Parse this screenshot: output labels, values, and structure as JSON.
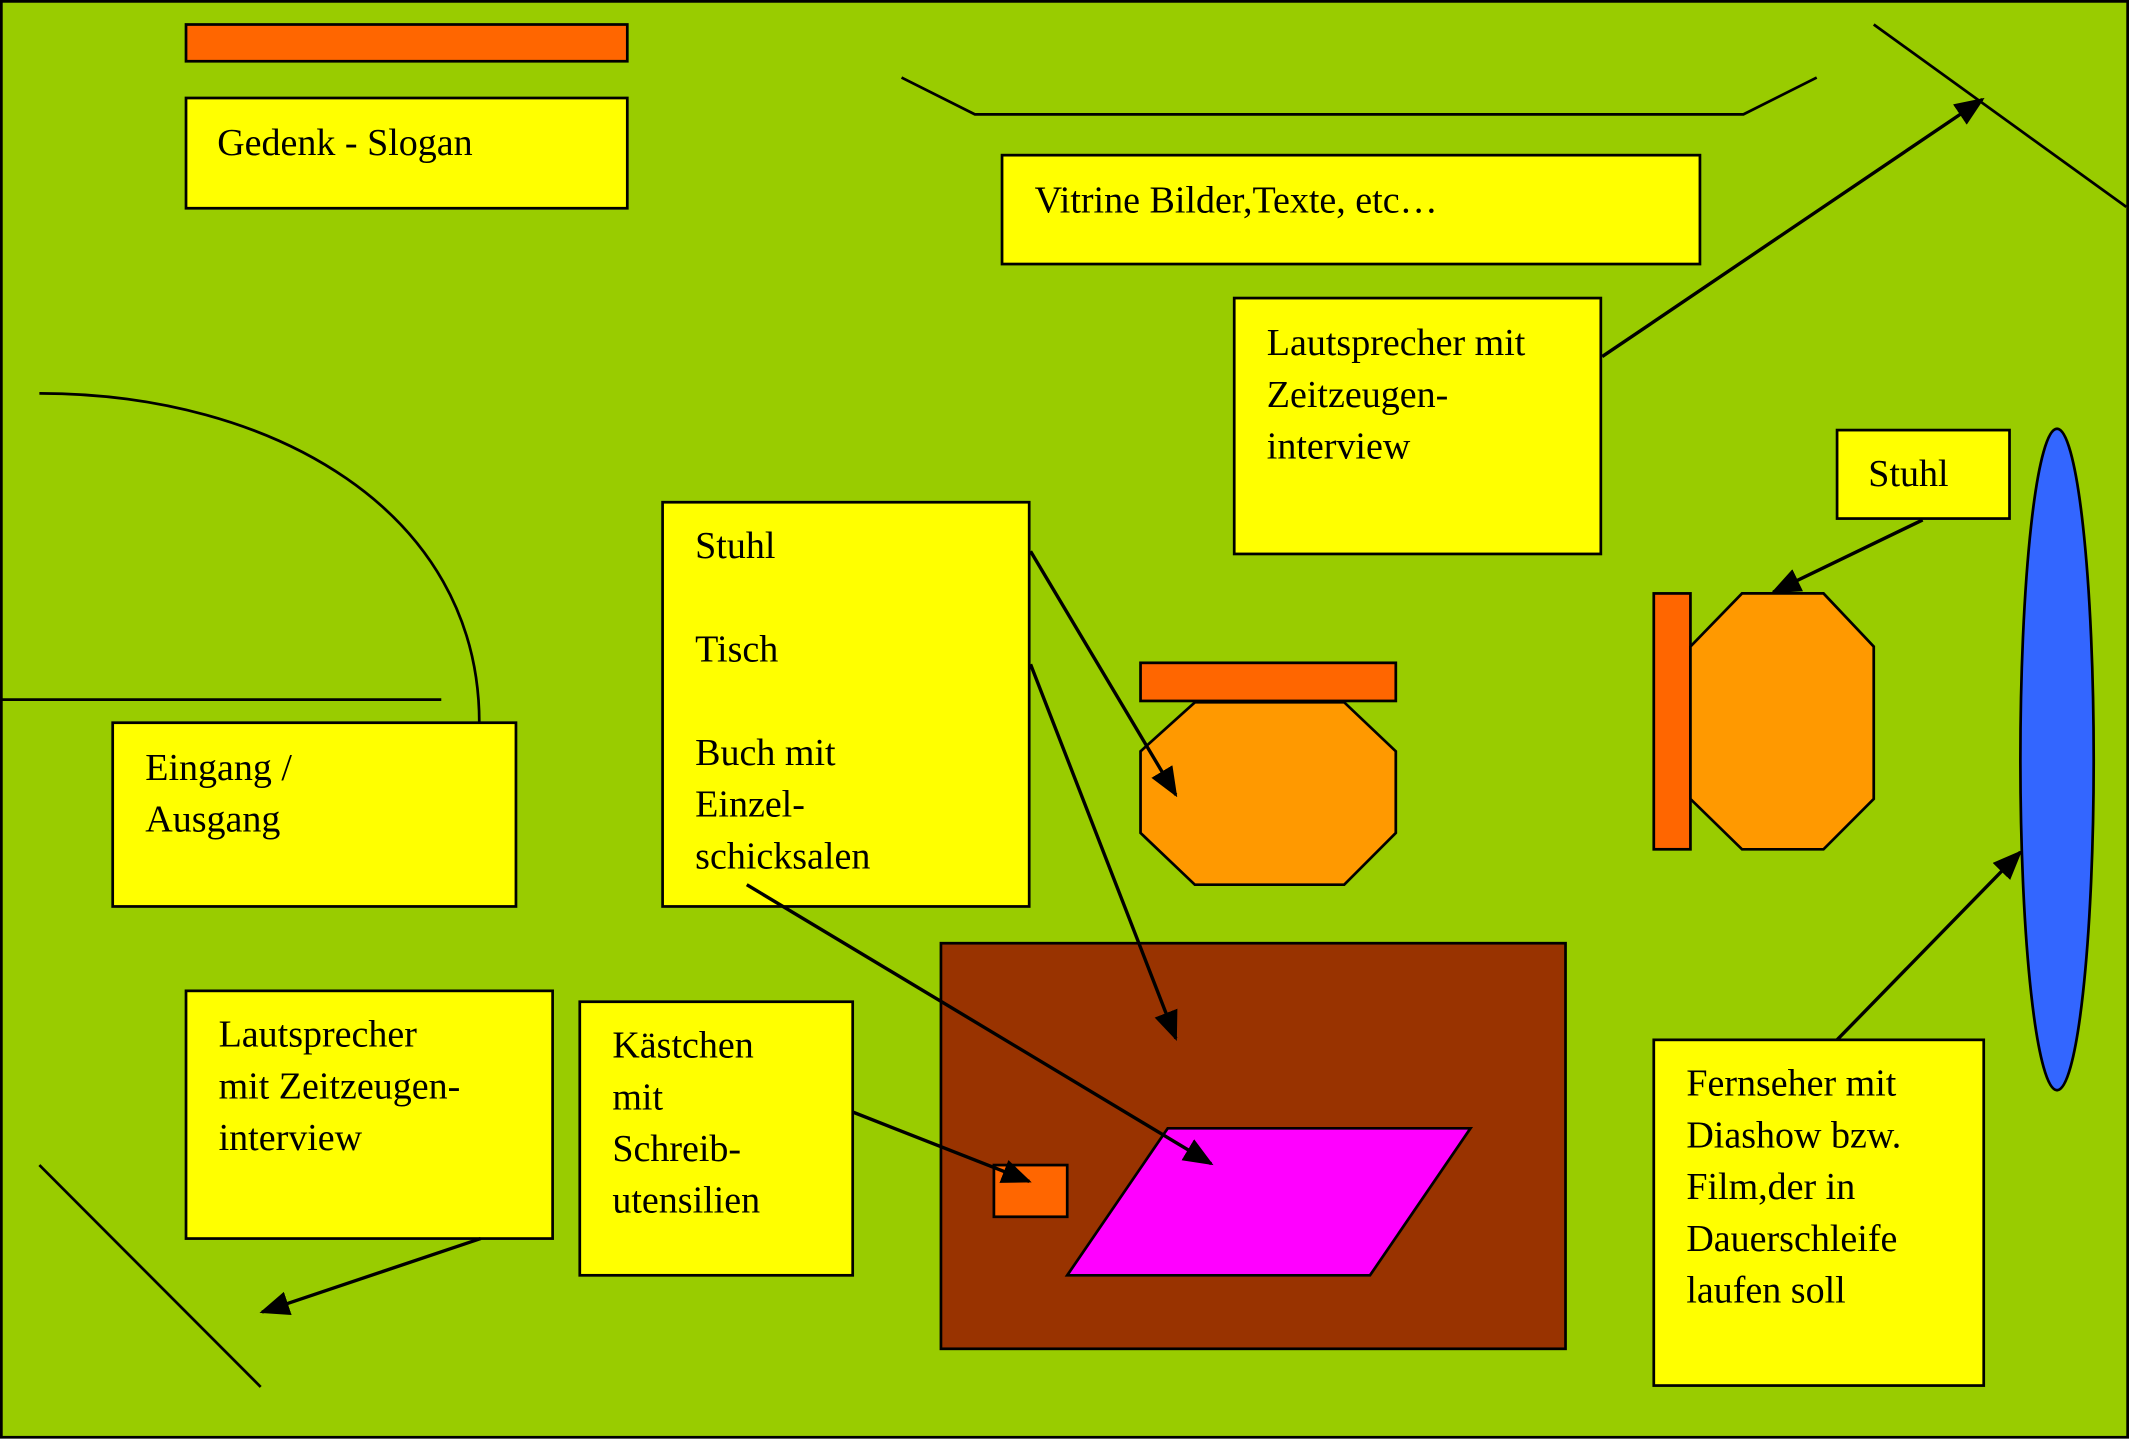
{
  "colors": {
    "floor": "#99cc00",
    "label_box": "#ffff00",
    "bar": "#ff6600",
    "chair": "#ff9900",
    "table": "#993300",
    "book": "#ff00ff",
    "tv": "#3366ff",
    "outline": "#000000"
  },
  "labels": {
    "slogan": [
      "Gedenk - Slogan"
    ],
    "vitrine": [
      "Vitrine Bilder,Texte, etc…"
    ],
    "speaker_top": [
      "Lautsprecher mit",
      "Zeitzeugen-",
      "interview"
    ],
    "chair_right": [
      "Stuhl"
    ],
    "table_group": [
      "Stuhl",
      "Tisch",
      "Buch mit",
      "Einzel-",
      "schicksalen"
    ],
    "entrance": [
      "Eingang /",
      "Ausgang"
    ],
    "speaker_bottom": [
      "Lautsprecher",
      "mit Zeitzeugen-",
      "interview"
    ],
    "box_utensils": [
      "Kästchen",
      "mit",
      "Schreib-",
      "utensilien"
    ],
    "tv": [
      "Fernseher mit",
      "Diashow bzw.",
      "Film,der in",
      "Dauerschleife",
      "laufen soll"
    ]
  }
}
